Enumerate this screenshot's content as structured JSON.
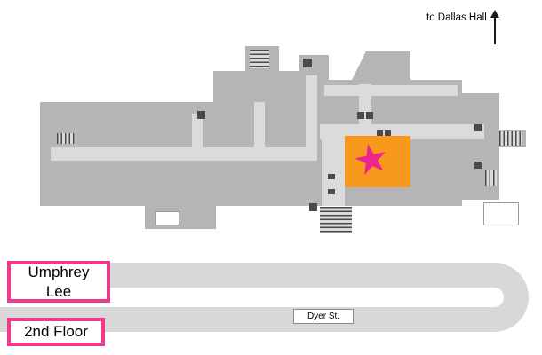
{
  "colors": {
    "building": "#b5b4b6",
    "corridor": "#dbdbdd",
    "road": "#d8d8da",
    "highlight": "#f8991d",
    "star": "#ec268f",
    "label_border": "#ee3a8c",
    "marker": "#4a4a4c",
    "arrow": "#1a1a1a"
  },
  "labels": {
    "direction": "to Dallas Hall",
    "street": "Dyer St.",
    "building_line1": "Umphrey",
    "building_line2": "Lee",
    "floor": "2nd Floor"
  },
  "icons": {
    "star": "★"
  }
}
